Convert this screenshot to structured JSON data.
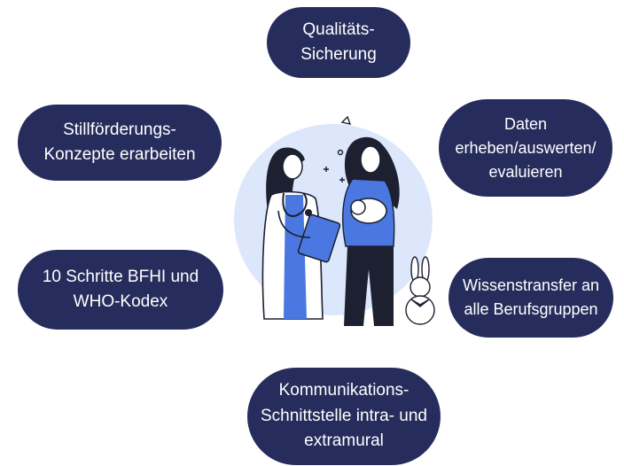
{
  "nodes": {
    "top": {
      "lines": [
        "Qualitäts-",
        "Sicherung"
      ]
    },
    "top_left": {
      "lines": [
        "Stillförderungs-",
        "Konzepte erarbeiten"
      ]
    },
    "top_right": {
      "lines": [
        "Daten",
        "erheben/auswerten/",
        "evaluieren"
      ]
    },
    "mid_left": {
      "lines": [
        "10 Schritte BFHI und",
        "WHO-Kodex"
      ]
    },
    "mid_right": {
      "lines": [
        "Wissenstransfer an",
        "alle Berufsgruppen"
      ]
    },
    "bottom": {
      "lines": [
        "Kommunikations-",
        "Schnittstelle intra- und",
        "extramural"
      ]
    }
  },
  "colors": {
    "pill": "#262d5c",
    "pill_text": "#ffffff",
    "accent_blue": "#4a78e0",
    "light_blue": "#dde7fb",
    "dark_hair": "#1c2030"
  },
  "illustration": {
    "icon": "doctor-and-mother-with-baby-illustration",
    "toy": "bunny-toy-icon"
  }
}
